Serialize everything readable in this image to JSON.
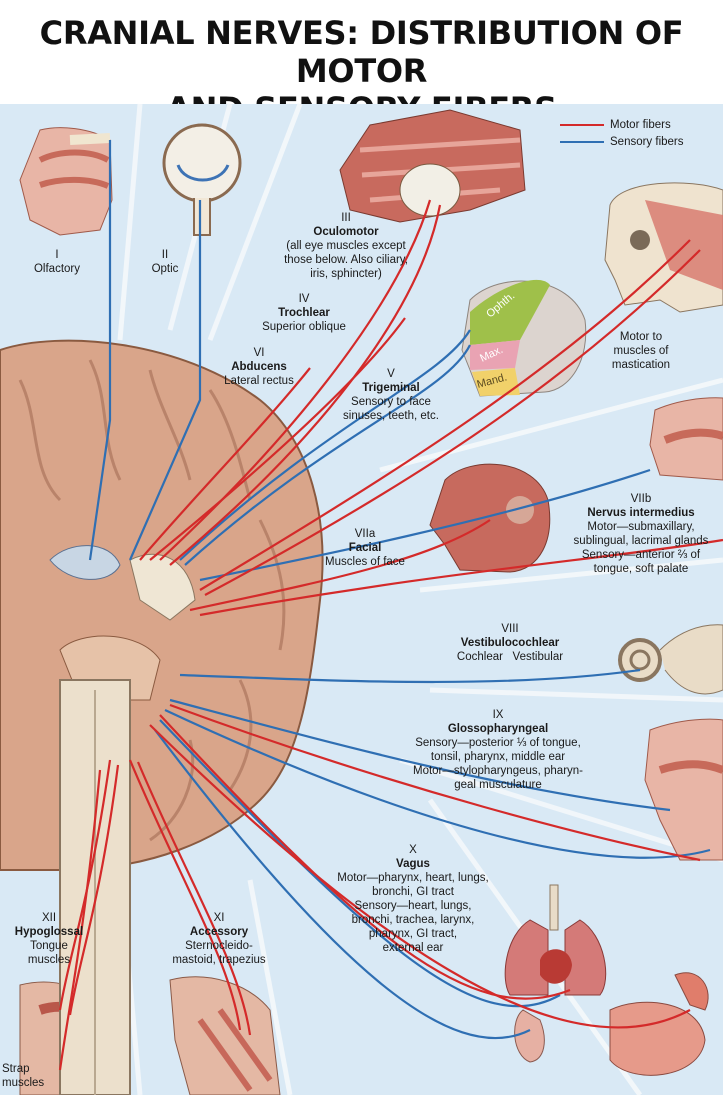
{
  "title_line1": "CRANIAL NERVES: DISTRIBUTION OF MOTOR",
  "title_line2": "AND SENSORY FIBERS",
  "legend": {
    "motor": {
      "label": "Motor fibers",
      "color": "#d42a2a"
    },
    "sensory": {
      "label": "Sensory fibers",
      "color": "#2f6fb3"
    }
  },
  "nerves": {
    "olfactory": {
      "numeral": "I",
      "name": "Olfactory"
    },
    "optic": {
      "numeral": "II",
      "name": "Optic"
    },
    "oculomotor": {
      "numeral": "III",
      "name": "Oculomotor",
      "desc": [
        "(all eye muscles except",
        "those below. Also ciliary,",
        "iris, sphincter)"
      ]
    },
    "trochlear": {
      "numeral": "IV",
      "name": "Trochlear",
      "desc": [
        "Superior oblique"
      ]
    },
    "abducens": {
      "numeral": "VI",
      "name": "Abducens",
      "desc": [
        "Lateral rectus"
      ]
    },
    "trigeminal": {
      "numeral": "V",
      "name": "Trigeminal",
      "desc": [
        "Sensory to face",
        "sinuses, teeth, etc."
      ]
    },
    "trigeminal_divisions": [
      "Ophth.",
      "Max.",
      "Mand."
    ],
    "mastication": {
      "desc": [
        "Motor to",
        "muscles of",
        "mastication"
      ]
    },
    "facial": {
      "numeral": "VIIa",
      "name": "Facial",
      "desc": [
        "Muscles of face"
      ]
    },
    "intermedius": {
      "numeral": "VIIb",
      "name": "Nervus intermedius",
      "desc": [
        "Motor—submaxillary,",
        "sublingual, lacrimal glands",
        "Sensory—anterior ⅔ of",
        "tongue, soft palate"
      ]
    },
    "vestibulocochlear": {
      "numeral": "VIII",
      "name": "Vestibulocochlear",
      "branches": [
        "Cochlear",
        "Vestibular"
      ]
    },
    "glossopharyngeal": {
      "numeral": "IX",
      "name": "Glossopharyngeal",
      "desc": [
        "Sensory—posterior ⅓ of tongue,",
        "tonsil, pharynx, middle ear",
        "Motor—stylopharyngeus, pharyn-",
        "geal musculature"
      ]
    },
    "vagus": {
      "numeral": "X",
      "name": "Vagus",
      "desc": [
        "Motor—pharynx, heart, lungs,",
        "bronchi, GI tract",
        "Sensory—heart, lungs,",
        "bronchi, trachea, larynx,",
        "pharynx, GI tract,",
        "external ear"
      ]
    },
    "accessory": {
      "numeral": "XI",
      "name": "Accessory",
      "desc": [
        "Sternocleido-",
        "mastoid, trapezius"
      ]
    },
    "hypoglossal": {
      "numeral": "XII",
      "name": "Hypoglossal",
      "desc": [
        "Tongue",
        "muscles"
      ]
    },
    "strap": {
      "desc": [
        "Strap",
        "muscles"
      ]
    }
  }
}
